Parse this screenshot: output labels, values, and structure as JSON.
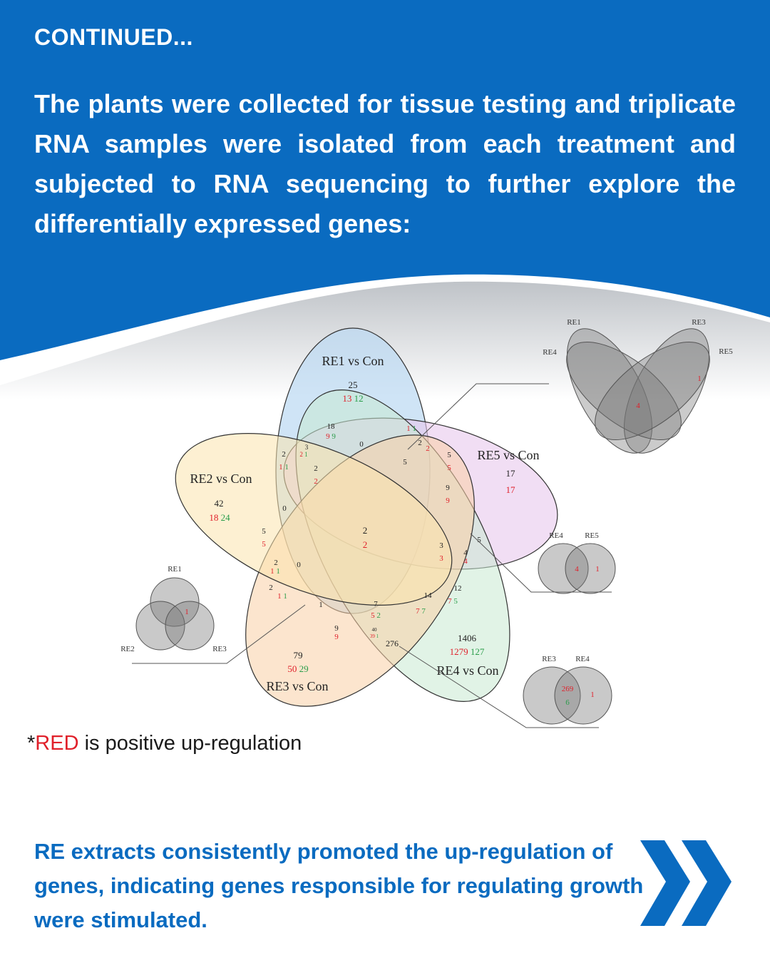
{
  "header": {
    "continued": "CONTINUED...",
    "intro": "The plants were collected for tissue testing and triplicate RNA samples were isolated from each treatment and subjected to RNA sequencing to further explore the differentially expressed genes:"
  },
  "colors": {
    "brand_blue": "#0a6bc0",
    "up_red": "#e0202a",
    "down_green": "#2a9d4a",
    "re1_fill": "#bcd9f3",
    "re2_fill": "#fbe3ad",
    "re3_fill": "#f9cfa6",
    "re4_fill": "#c9e9d2",
    "re5_fill": "#e7c8ec"
  },
  "venn": {
    "sets": {
      "re1": "RE1 vs Con",
      "re2": "RE2 vs Con",
      "re3": "RE3 vs Con",
      "re4": "RE4 vs Con",
      "re5": "RE5 vs Con"
    },
    "re1_only": {
      "total": "25",
      "up": "13",
      "down": "12"
    },
    "re2_only": {
      "total": "42",
      "up": "18",
      "down": "24"
    },
    "re3_only": {
      "total": "79",
      "up": "50",
      "down": "29"
    },
    "re4_only": {
      "total": "1406",
      "up": "1279",
      "down": "127"
    },
    "re5_only": {
      "total": "17",
      "up": "17"
    },
    "center": {
      "total": "2",
      "up": "2"
    },
    "r_a": {
      "total": "18",
      "up": "9",
      "down": "9"
    },
    "r_b": "0",
    "r_c": {
      "up": "1",
      "down": "1"
    },
    "r_d": {
      "total": "2",
      "up": "2"
    },
    "r_e": "5",
    "r_f": {
      "total": "5",
      "up": "5"
    },
    "r_g": {
      "total": "9",
      "up": "9"
    },
    "r_h": {
      "total": "2",
      "up": "1",
      "down": "1"
    },
    "r_i": {
      "total": "3",
      "up": "2",
      "down": "1"
    },
    "r_j": {
      "total": "2",
      "up": "2"
    },
    "r_k": "0",
    "r_l": {
      "total": "5",
      "up": "5"
    },
    "r_m": {
      "total": "3",
      "up": "3"
    },
    "r_n": {
      "total": "4",
      "up": "4"
    },
    "r_o": "5",
    "r_p": {
      "total": "2",
      "up": "1",
      "down": "1"
    },
    "r_q": "0",
    "r_r": {
      "total": "2",
      "up": "1",
      "down": "1"
    },
    "r_s": "1",
    "r_t": {
      "total": "7",
      "up": "5",
      "down": "2"
    },
    "r_u": {
      "total": "14",
      "up": "7",
      "down": "7"
    },
    "r_v": {
      "total": "12",
      "up": "7",
      "down": "5"
    },
    "r_w": {
      "total": "9",
      "up": "9"
    },
    "r_x": {
      "total": "40",
      "up": "39",
      "down": "1"
    },
    "r_y": "276",
    "insets": {
      "top_right": {
        "l1": "RE1",
        "l3": "RE3",
        "l4": "RE4",
        "l5": "RE5",
        "v1": "1",
        "v2": "4"
      },
      "mid_right": {
        "a": "RE4",
        "b": "RE5",
        "v1": "4",
        "v2": "1"
      },
      "bottom_right": {
        "a": "RE3",
        "b": "RE4",
        "up": "269",
        "down": "6",
        "v2": "1"
      },
      "left": {
        "a": "RE1",
        "b": "RE2",
        "c": "RE3",
        "v": "1"
      }
    }
  },
  "note": {
    "star": "*",
    "red": "RED",
    "rest": " is positive up-regulation"
  },
  "conclusion": "RE extracts consistently promoted the up-regulation of genes, indicating genes responsible for regulating growth were stimulated."
}
